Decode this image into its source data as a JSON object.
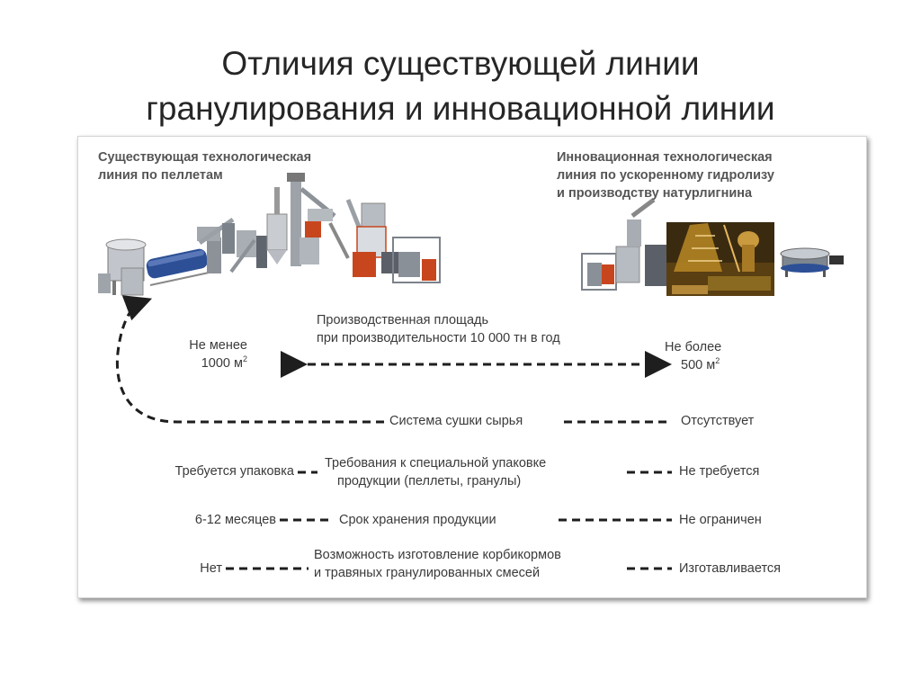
{
  "title": {
    "line1": "Отличия существующей линии",
    "line2": "гранулирования и инновационной линии"
  },
  "diagram": {
    "existing_line_label": [
      "Существующая технологическая",
      "линия по пеллетам"
    ],
    "innovative_line_label": [
      "Инновационная технологическая",
      "линия по ускоренному гидролизу",
      "и производству натурлигнина"
    ],
    "production_area": {
      "label": [
        "Производственная площадь",
        "при производительности 10 000 тн в год"
      ],
      "left": "Не менее",
      "left_value": "1000 м",
      "right": "Не более",
      "right_value": "500 м",
      "unit_superscript": "2"
    },
    "rows": [
      {
        "criterion": [
          "Система сушки сырья"
        ],
        "left": "",
        "right": "Отсутствует"
      },
      {
        "criterion": [
          "Требования к специальной упаковке",
          "продукции (пеллеты, гранулы)"
        ],
        "left": "Требуется упаковка",
        "right": "Не требуется"
      },
      {
        "criterion": [
          "Срок хранения продукции"
        ],
        "left": "6-12 месяцев",
        "right": "Не ограничен"
      },
      {
        "criterion": [
          "Возможность изготовление корбикормов",
          "и травяных гранулированных смесей"
        ],
        "left": "Нет",
        "right": "Изготавливается"
      }
    ]
  },
  "colors": {
    "frame_border": "#d4d4d4",
    "text": "#3a3a3a",
    "dash_line": "#1e1e1e",
    "machine_blue": "#2c4f96",
    "machine_grey": "#8d9299",
    "machine_orange": "#c8461e",
    "hydrolysis_gold": "#b38324"
  },
  "icons": {
    "existing_line": "pellet-production-line-illustration",
    "innovative_line": "hydrolysis-production-line-illustration"
  }
}
